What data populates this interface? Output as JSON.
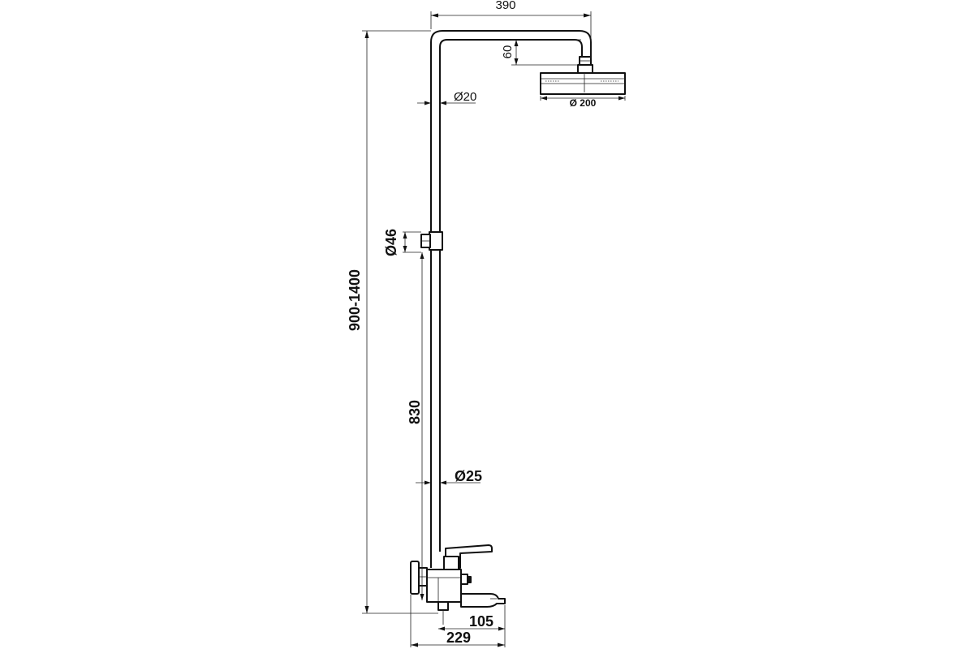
{
  "dimensions": {
    "top_width": "390",
    "arm_drop": "60",
    "head_diameter": "Ø 200",
    "upper_pipe_diameter": "Ø20",
    "holder_diameter": "Ø46",
    "total_height": "900-1400",
    "lower_length": "830",
    "lower_pipe_diameter": "Ø25",
    "spout_projection": "105",
    "overall_depth": "229"
  },
  "colors": {
    "line": "#1a1a1a",
    "background": "#ffffff"
  }
}
